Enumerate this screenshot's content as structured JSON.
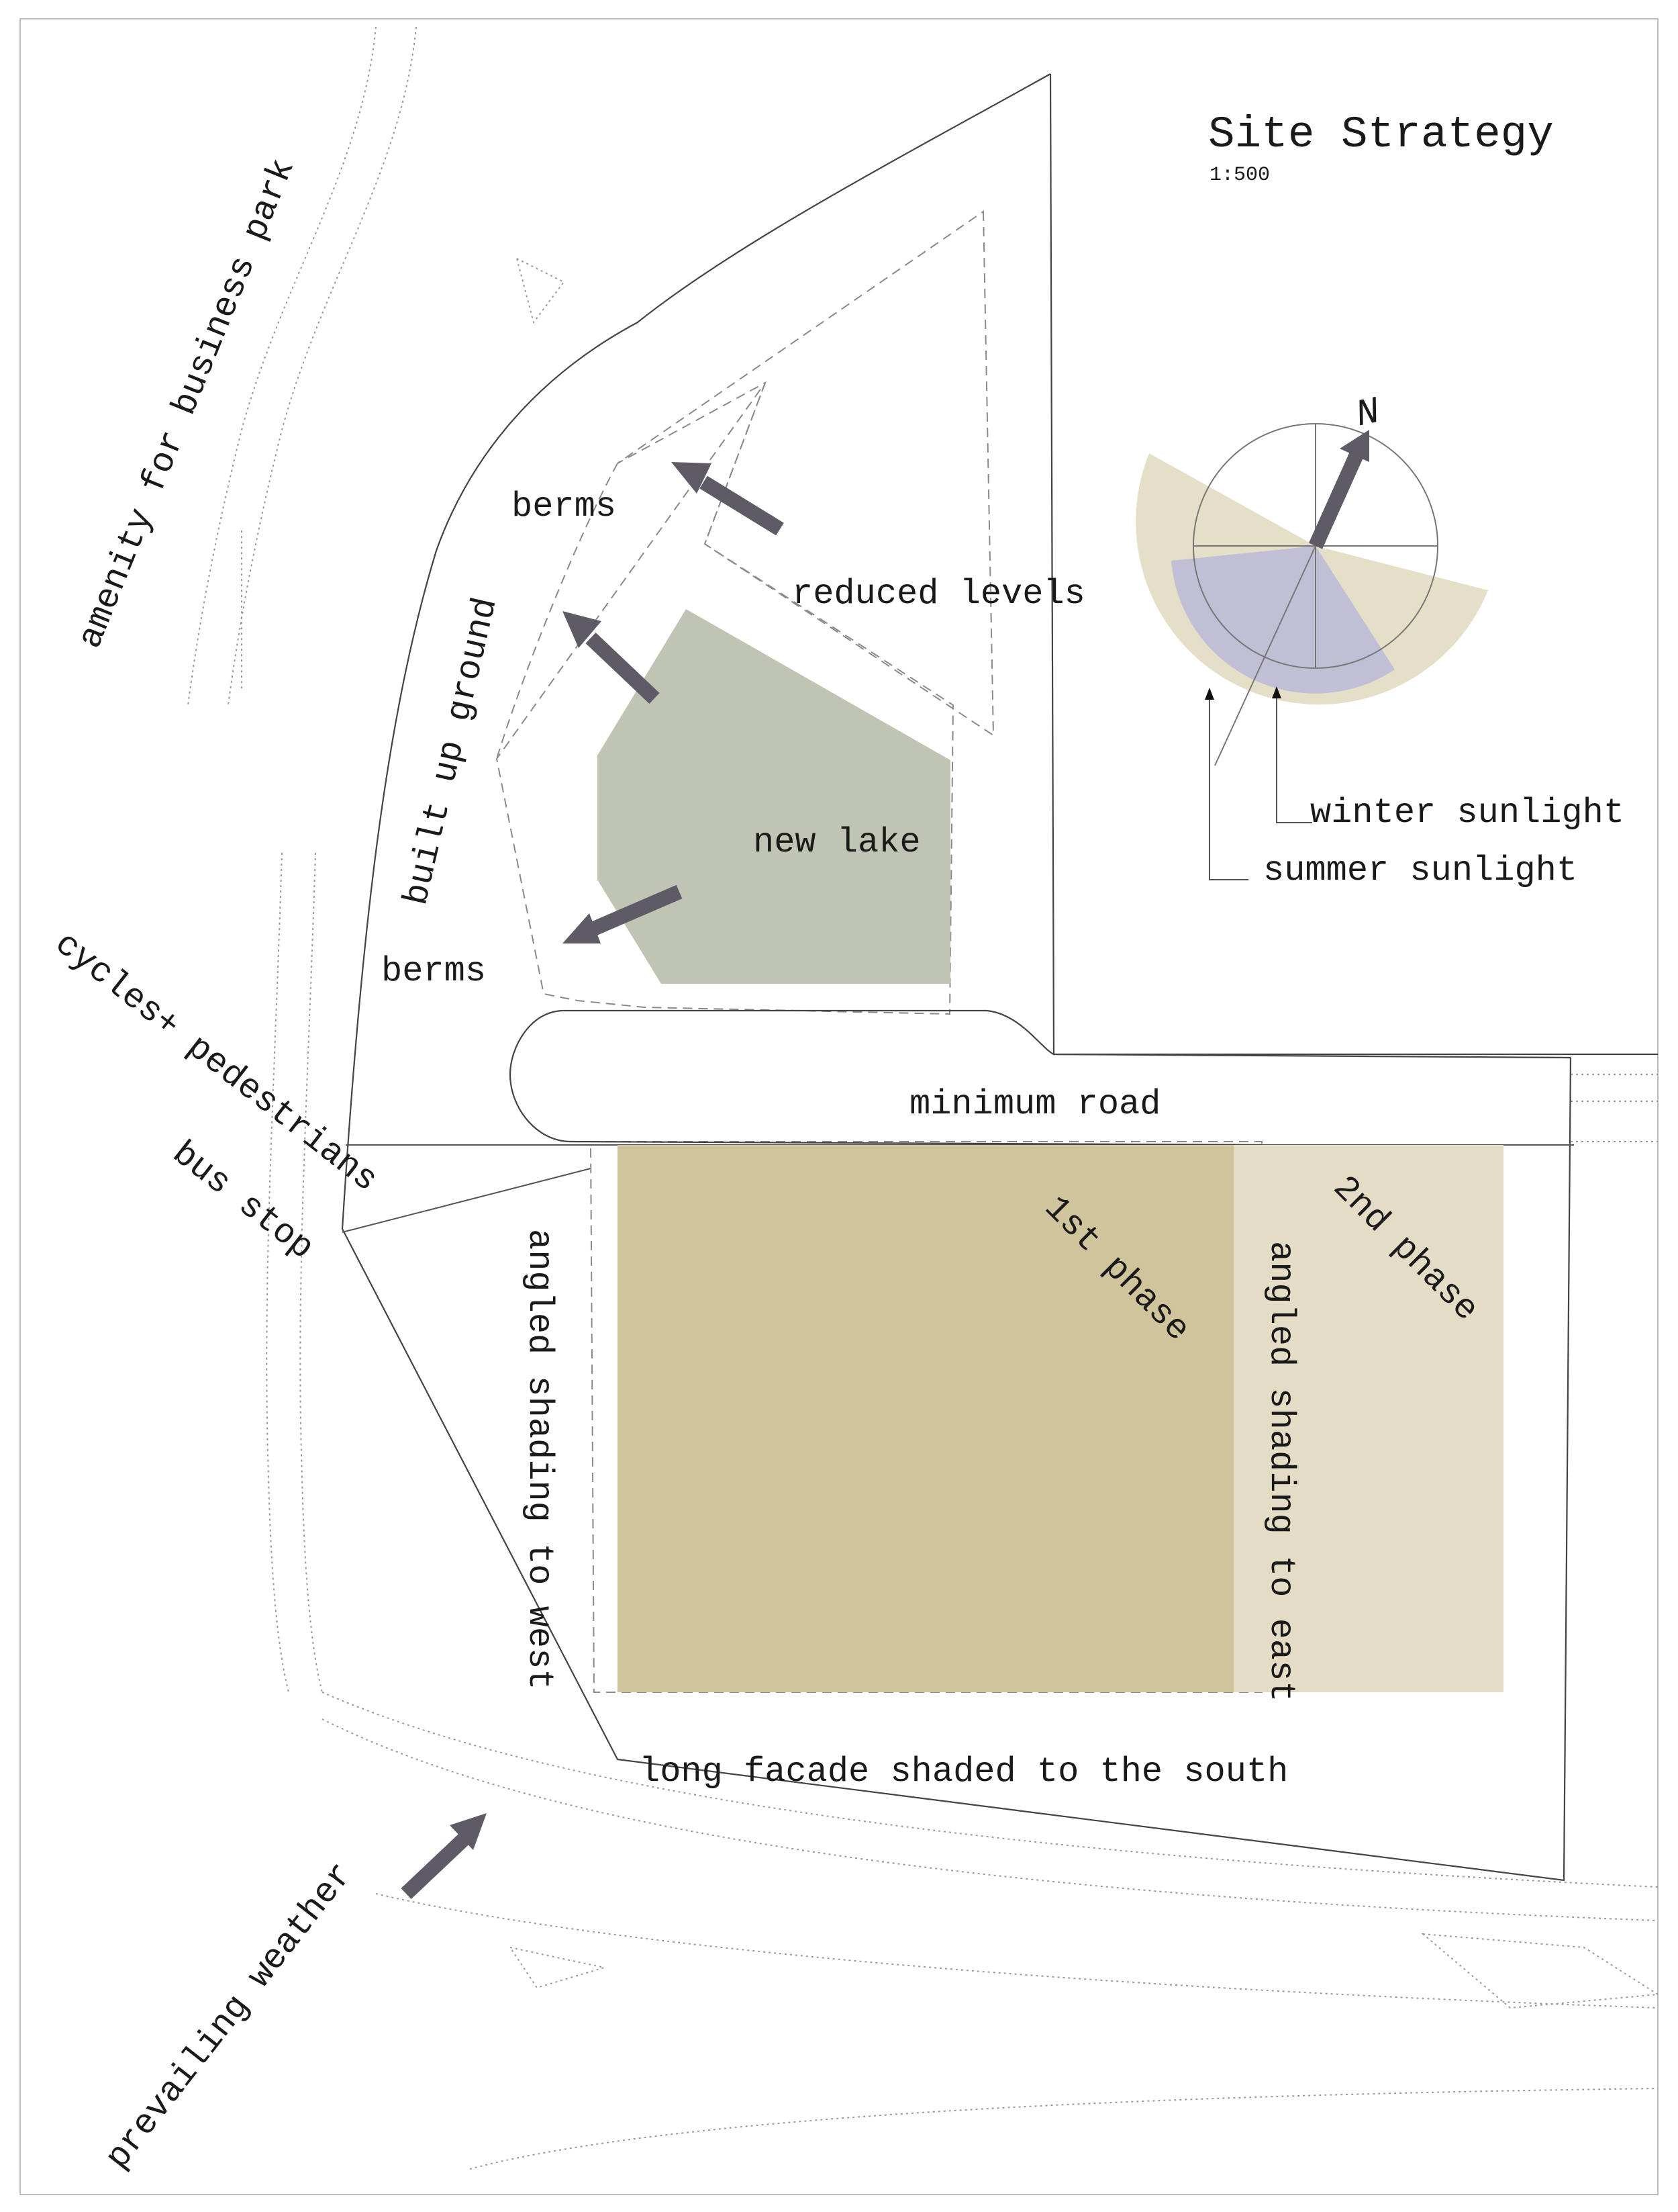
{
  "title": "Site Strategy",
  "scale": "1:500",
  "north_label": "N",
  "colors": {
    "lake": "#c0c4b2",
    "phase1": "#cfc49b",
    "phase2": "#e4dcc4",
    "summer_sun": "#e6dfc8",
    "winter_sun": "#c1bfd6",
    "arrow": "#5e5a66"
  },
  "labels": {
    "amenity": "amenity for business park",
    "berms_top": "berms",
    "berms_bottom": "berms",
    "built_up": "built up ground",
    "reduced": "reduced levels",
    "new_lake": "new lake",
    "minimum_road": "minimum road",
    "cycles": "cycles+ pedestrians",
    "bus_stop": "bus stop",
    "shading_west": "angled shading to west",
    "shading_east": "angled shading to east",
    "phase1": "1st phase",
    "phase2": "2nd phase",
    "long_facade": "long facade shaded to the south",
    "prevailing": "prevailing weather",
    "winter_sunlight": "winter sunlight",
    "summer_sunlight": "summer sunlight"
  }
}
